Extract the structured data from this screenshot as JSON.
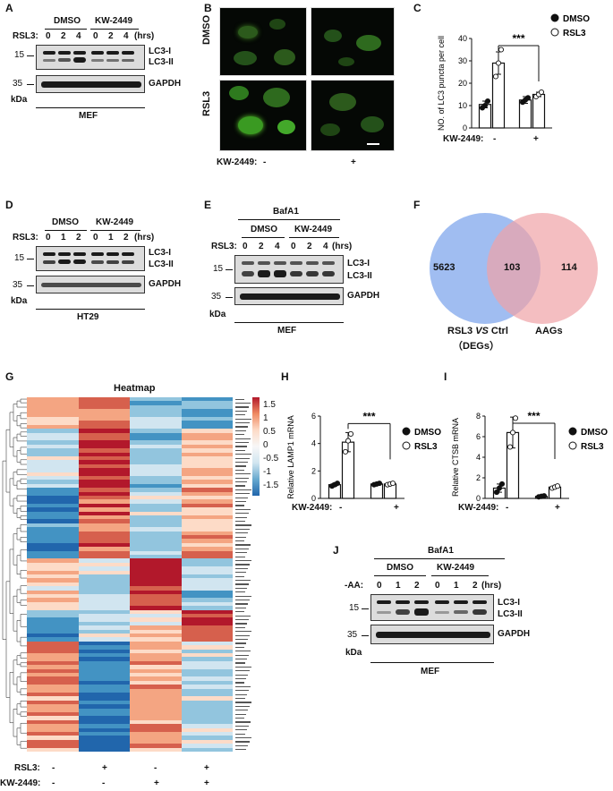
{
  "panels": {
    "A": {
      "label": "A",
      "dmso": "DMSO",
      "kw": "KW-2449",
      "rsl3": "RSL3:",
      "times": [
        "0",
        "2",
        "4",
        "0",
        "2",
        "4"
      ],
      "hrs": "(hrs)",
      "mw15": "15",
      "mw35": "35",
      "kda": "kDa",
      "lc3i": "LC3-I",
      "lc3ii": "LC3-II",
      "gapdh": "GAPDH",
      "cell": "MEF"
    },
    "B": {
      "label": "B",
      "row1": "DMSO",
      "row2": "RSL3",
      "kw": "KW-2449:",
      "minus": "-",
      "plus": "+"
    },
    "C": {
      "label": "C",
      "sig": "***",
      "kw": "KW-2449:",
      "minus": "-",
      "plus": "+",
      "legend": [
        "DMSO",
        "RSL3"
      ]
    },
    "D": {
      "label": "D",
      "dmso": "DMSO",
      "kw": "KW-2449",
      "rsl3": "RSL3:",
      "times": [
        "0",
        "1",
        "2",
        "0",
        "1",
        "2"
      ],
      "hrs": "(hrs)",
      "mw15": "15",
      "mw35": "35",
      "kda": "kDa",
      "lc3i": "LC3-I",
      "lc3ii": "LC3-II",
      "gapdh": "GAPDH",
      "cell": "HT29"
    },
    "E": {
      "label": "E",
      "bafa1": "BafA1",
      "dmso": "DMSO",
      "kw": "KW-2449",
      "rsl3": "RSL3:",
      "times": [
        "0",
        "2",
        "4",
        "0",
        "2",
        "4"
      ],
      "hrs": "(hrs)",
      "mw15": "15",
      "mw35": "35",
      "kda": "kDa",
      "lc3i": "LC3-I",
      "lc3ii": "LC3-II",
      "gapdh": "GAPDH",
      "cell": "MEF"
    },
    "F": {
      "label": "F",
      "left_count": "5623",
      "overlap_count": "103",
      "right_count": "114",
      "left_label": "RSL3 VS Ctrl",
      "left_label_vs": "VS",
      "left_sub": "（DEGs）",
      "right_label": "AAGs",
      "left_color": "#8fb2ef",
      "right_color": "#f0a3a6"
    },
    "G": {
      "label": "G",
      "title": "Heatmap",
      "colorbar_ticks": [
        "1.5",
        "1",
        "0.5",
        "0",
        "-0.5",
        "-1",
        "-1.5"
      ],
      "rsl3": "RSL3:",
      "kw": "KW-2449:",
      "rsl3_signs": [
        "-",
        "+",
        "-",
        "+"
      ],
      "kw_signs": [
        "-",
        "-",
        "+",
        "+"
      ]
    },
    "H": {
      "label": "H",
      "sig": "***",
      "kw": "KW-2449:",
      "minus": "-",
      "plus": "+",
      "legend": [
        "DMSO",
        "RSL3"
      ]
    },
    "I": {
      "label": "I",
      "sig": "***",
      "kw": "KW-2449:",
      "minus": "-",
      "plus": "+",
      "legend": [
        "DMSO",
        "RSL3"
      ]
    },
    "J": {
      "label": "J",
      "bafa1": "BafA1",
      "dmso": "DMSO",
      "kw": "KW-2449",
      "aa": "-AA:",
      "times": [
        "0",
        "1",
        "2",
        "0",
        "1",
        "2"
      ],
      "hrs": "(hrs)",
      "mw15": "15",
      "mw35": "35",
      "kda": "kDa",
      "lc3i": "LC3-I",
      "lc3ii": "LC3-II",
      "gapdh": "GAPDH",
      "cell": "MEF"
    }
  },
  "chart_data": [
    {
      "panel": "C",
      "type": "bar",
      "ylabel": "NO. of LC3 puncta per cell",
      "ylim": [
        0,
        40
      ],
      "yticks": [
        0,
        10,
        20,
        30,
        40
      ],
      "categories": [
        "-",
        "+"
      ],
      "series": [
        {
          "name": "DMSO",
          "values": [
            10.5,
            12.5
          ],
          "err": [
            1.5,
            1.5
          ],
          "points": [
            [
              9,
              10,
              12
            ],
            [
              11.5,
              12.5,
              13.5
            ]
          ]
        },
        {
          "name": "RSL3",
          "values": [
            29,
            15
          ],
          "err": [
            5,
            1
          ],
          "points": [
            [
              23,
              29,
              35
            ],
            [
              14,
              15,
              16
            ]
          ]
        }
      ]
    },
    {
      "panel": "H",
      "type": "bar",
      "ylabel": "Relative LAMP1 mRNA",
      "ylim": [
        0,
        6
      ],
      "yticks": [
        0,
        2,
        4,
        6
      ],
      "categories": [
        "-",
        "+"
      ],
      "series": [
        {
          "name": "DMSO",
          "values": [
            1.0,
            1.05
          ],
          "err": [
            0.1,
            0.08
          ],
          "points": [
            [
              0.9,
              1.0,
              1.1
            ],
            [
              1.0,
              1.05,
              1.1
            ]
          ]
        },
        {
          "name": "RSL3",
          "values": [
            4.1,
            1.05
          ],
          "err": [
            0.7,
            0.08
          ],
          "points": [
            [
              3.4,
              4.2,
              4.7
            ],
            [
              1.0,
              1.05,
              1.1
            ]
          ]
        }
      ]
    },
    {
      "panel": "I",
      "type": "bar",
      "ylabel": "Relative CTSB mRNA",
      "ylim": [
        0,
        8
      ],
      "yticks": [
        0,
        2,
        4,
        6,
        8
      ],
      "categories": [
        "-",
        "+"
      ],
      "series": [
        {
          "name": "DMSO",
          "values": [
            1.0,
            0.2
          ],
          "err": [
            0.4,
            0.05
          ],
          "points": [
            [
              0.6,
              1.0,
              1.4
            ],
            [
              0.15,
              0.2,
              0.25
            ]
          ]
        },
        {
          "name": "RSL3",
          "values": [
            6.4,
            1.1
          ],
          "err": [
            1.5,
            0.1
          ],
          "points": [
            [
              5.0,
              6.4,
              7.8
            ],
            [
              1.0,
              1.1,
              1.2
            ]
          ]
        }
      ]
    },
    {
      "panel": "G",
      "type": "heatmap",
      "title": "Heatmap",
      "columns": [
        "-/-",
        "+/-",
        "-/+",
        "+/+"
      ],
      "value_range": [
        -1.5,
        1.5
      ]
    }
  ]
}
